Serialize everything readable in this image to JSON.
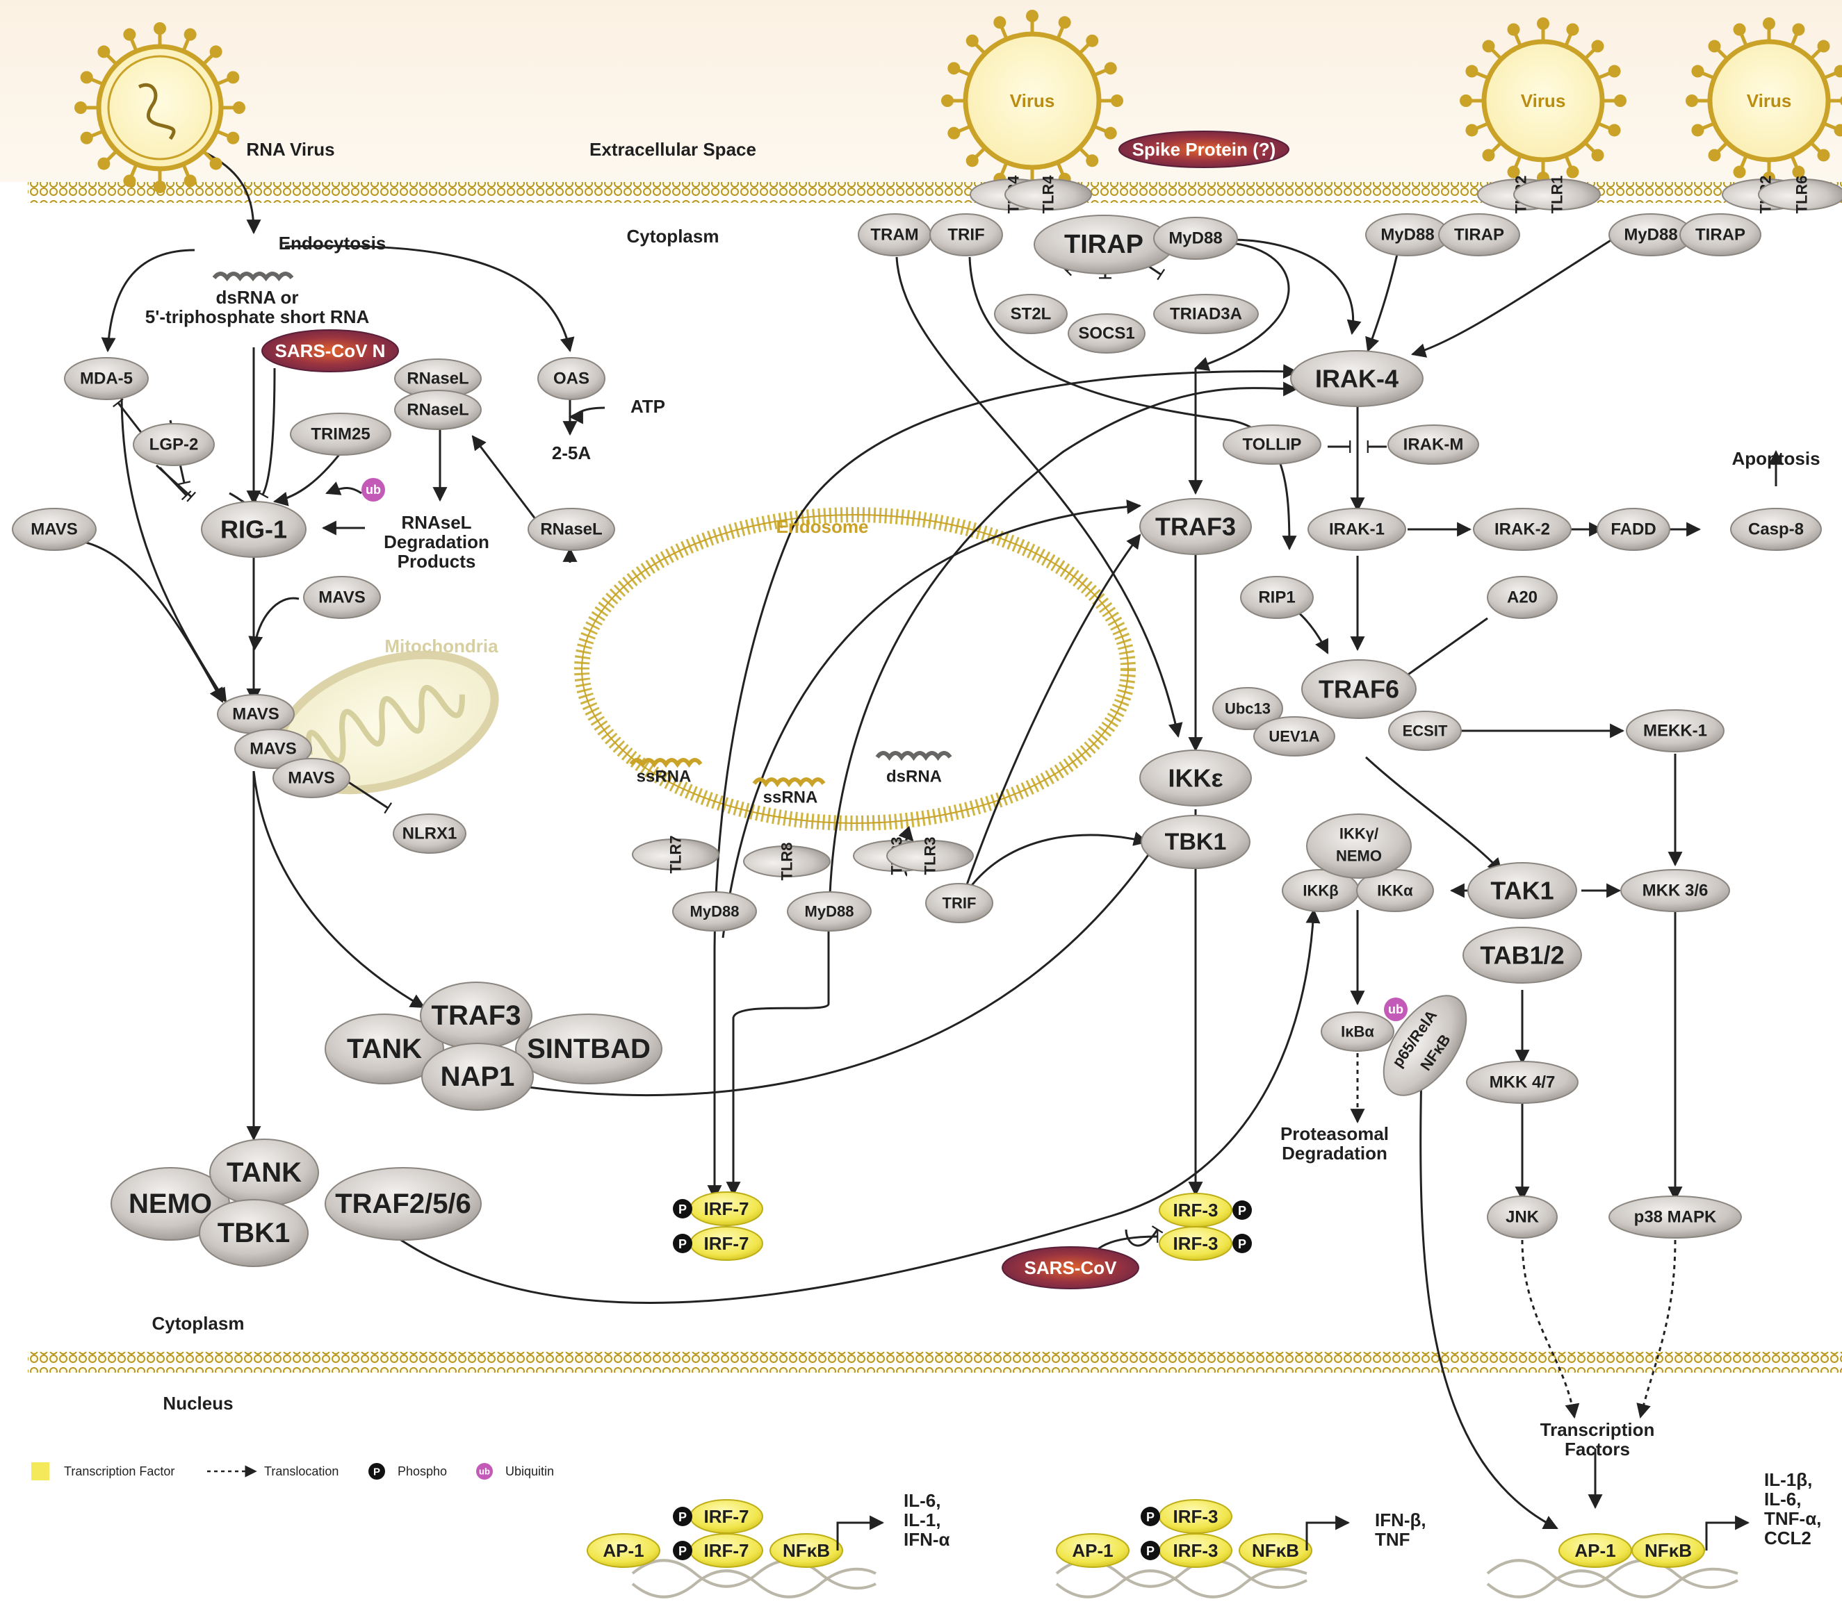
{
  "regions": {
    "extracellular": "Extracellular Space",
    "cytoplasm_top": "Cytoplasm",
    "cytoplasm_bottom": "Cytoplasm",
    "nucleus": "Nucleus",
    "endosome": "Endosome",
    "mitochondria": "Mitochondria"
  },
  "viruses": {
    "rna_virus": "RNA Virus",
    "virus_1": "Virus",
    "virus_2": "Virus",
    "virus_3": "Virus"
  },
  "pathogen_labels": {
    "spike": "Spike Protein (?)",
    "sars_cov_n": "SARS-CoV N",
    "sars_cov": "SARS-CoV"
  },
  "texts": {
    "endocytosis": "Endocytosis",
    "dsrna_or": "dsRNA or",
    "triphosphate": "5'-triphosphate short RNA",
    "atp": "ATP",
    "two_5a": "2-5A",
    "rnasel_deg_1": "RNAseL",
    "rnasel_deg_2": "Degradation",
    "rnasel_deg_3": "Products",
    "ssrna_1": "ssRNA",
    "ssrna_2": "ssRNA",
    "dsrna_endo": "dsRNA",
    "apoptosis": "Apoptosis",
    "proteasomal_1": "Proteasomal",
    "proteasomal_2": "Degradation",
    "tf_1": "Transcription",
    "tf_2": "Factors",
    "out1_1": "IL-6,",
    "out1_2": "IL-1,",
    "out1_3": "IFN-α",
    "out2_1": "IFN-β,",
    "out2_2": "TNF",
    "out3_1": "IL-1β,",
    "out3_2": "IL-6,",
    "out3_3": "TNF-α,",
    "out3_4": "CCL2"
  },
  "receptors": {
    "tlr4a": "TLR4",
    "tlr4b": "TLR4",
    "tlr2a": "TLR2",
    "tlr1": "TLR1",
    "tlr2b": "TLR2",
    "tlr6": "TLR6",
    "tlr7": "TLR7",
    "tlr8": "TLR8",
    "tlr3a": "TLR3",
    "tlr3b": "TLR3",
    "p65": "p65/RelA",
    "nfkb_p65": "NFκB"
  },
  "nodes": {
    "tram": "TRAM",
    "trif_top": "TRIF",
    "tirap_main": "TIRAP",
    "myd88_top": "MyD88",
    "myd88_tlr21": "MyD88",
    "tirap_tlr21": "TIRAP",
    "myd88_tlr26": "MyD88",
    "tirap_tlr26": "TIRAP",
    "st2l": "ST2L",
    "socs1": "SOCS1",
    "triad3a": "TRIAD3A",
    "irak4": "IRAK-4",
    "tollip": "TOLLIP",
    "irakm": "IRAK-M",
    "irak1": "IRAK-1",
    "irak2": "IRAK-2",
    "fadd": "FADD",
    "casp8": "Casp-8",
    "rip1": "RIP1",
    "a20": "A20",
    "traf6": "TRAF6",
    "ubc13": "Ubc13",
    "uev1a": "UEV1A",
    "ecsit": "ECSIT",
    "mekk1": "MEKK-1",
    "ikkg_1": "IKKγ/",
    "ikkg_2": "NEMO",
    "ikkb": "IKKβ",
    "ikka": "IKKα",
    "tak1": "TAK1",
    "mkk36": "MKK 3/6",
    "tab12": "TAB1/2",
    "ikba": "IκBα",
    "mkk47": "MKK 4/7",
    "jnk": "JNK",
    "p38": "p38 MAPK",
    "traf3_top": "TRAF3",
    "ikke": "IKKε",
    "tbk1_mid": "TBK1",
    "myd88_tlr7": "MyD88",
    "myd88_tlr8": "MyD88",
    "trif_tlr3": "TRIF",
    "mda5": "MDA-5",
    "lgp2": "LGP-2",
    "rig1": "RIG-1",
    "trim25": "TRIM25",
    "mavs_left": "MAVS",
    "mavs_free": "MAVS",
    "rnasel_1": "RNaseL",
    "rnasel_2": "RNaseL",
    "rnasel_3": "RNaseL",
    "oas": "OAS",
    "mavs_m1": "MAVS",
    "mavs_m2": "MAVS",
    "mavs_m3": "MAVS",
    "nlrx1": "NLRX1",
    "traf3_cx": "TRAF3",
    "tank_cx": "TANK",
    "sintbad": "SINTBAD",
    "nap1": "NAP1",
    "tank_bot": "TANK",
    "nemo_bot": "NEMO",
    "traf256": "TRAF2/5/6",
    "tbk1_bot": "TBK1"
  },
  "tf_nodes": {
    "irf7_a": "IRF-7",
    "irf7_b": "IRF-7",
    "irf3_a": "IRF-3",
    "irf3_b": "IRF-3",
    "nuc_irf7_a": "IRF-7",
    "nuc_irf7_b": "IRF-7",
    "nuc_ap1_1": "AP-1",
    "nuc_nfkb_1": "NFκB",
    "nuc_irf3_a": "IRF-3",
    "nuc_irf3_b": "IRF-3",
    "nuc_ap1_2": "AP-1",
    "nuc_nfkb_2": "NFκB",
    "nuc_ap1_3": "AP-1",
    "nuc_nfkb_3": "NFκB"
  },
  "markers": {
    "phospho": "P",
    "ubiquitin": "ub"
  },
  "legend": {
    "transcription_factor": "Transcription Factor",
    "translocation": "Translocation",
    "phospho": "Phospho",
    "ubiquitin": "Ubiquitin"
  },
  "colors": {
    "membrane": "#c9a227",
    "protein_fill": "#c6c1bd",
    "protein_stroke": "#8b8580",
    "tf_fill": "#f0e64a",
    "pathogen_fill": "#7a2b45",
    "pathogen_highlight": "#d2582a",
    "ubiquitin": "#c45ab8",
    "virus_body": "#fff6c4",
    "background": "#fdf6ea"
  }
}
